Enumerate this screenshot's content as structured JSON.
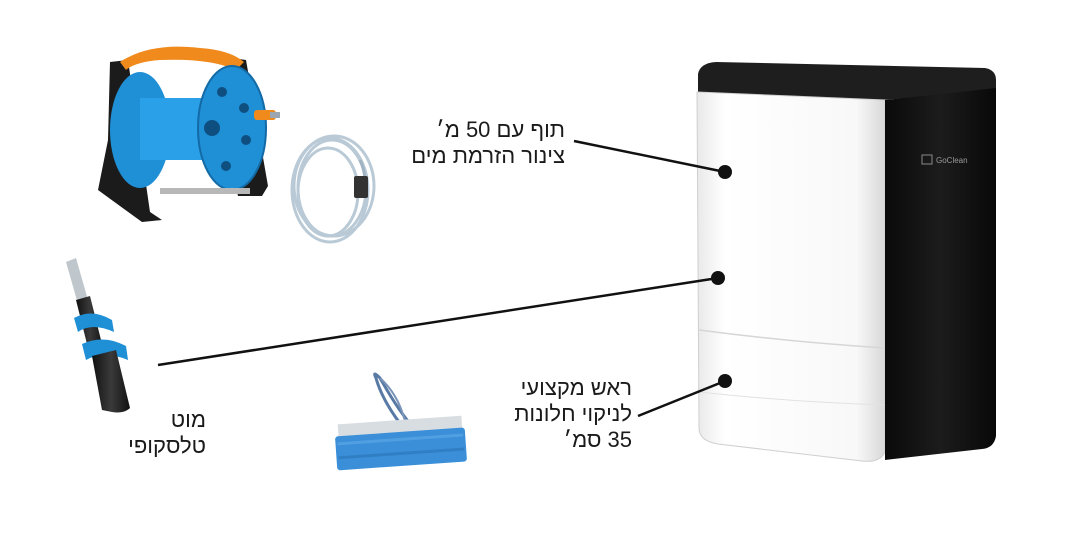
{
  "callouts": {
    "hose": {
      "line1": "תוף עם 50 מ׳",
      "line2": "צינור הזרמת מים"
    },
    "pole": {
      "line1": "מוט",
      "line2": "טלסקופי"
    },
    "head": {
      "line1": "ראש מקצועי",
      "line2": "לניקוי חלונות",
      "line3": "35 סמ׳"
    }
  },
  "brand": {
    "logo_text": "GoClean"
  },
  "colors": {
    "cabinet_white": "#f4f4f4",
    "cabinet_dark": "#111111",
    "reel_blue": "#1f8fd6",
    "reel_orange": "#f08a1c",
    "mop_blue": "#3a8fd8",
    "line": "#111111"
  }
}
